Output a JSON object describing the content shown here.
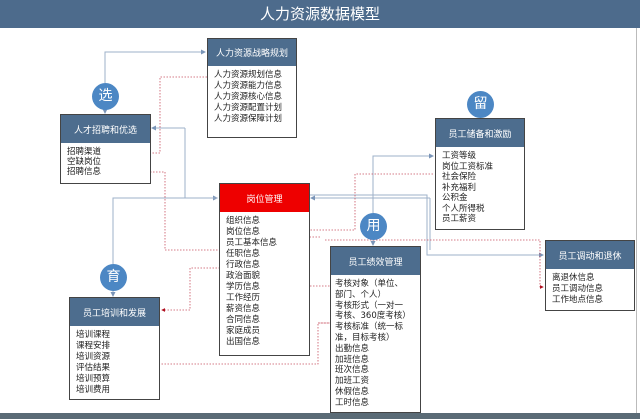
{
  "title": "人力资源数据模型",
  "boxes": {
    "strategy": {
      "title": "人力资源战略规划",
      "items": [
        "人力资源规划信息",
        "人力资源能力信息",
        "人力资源核心信息",
        "人力资源配置计划",
        "人力资源保障计划"
      ]
    },
    "recruit": {
      "title": "人才招聘和优选",
      "items": [
        "招聘渠道",
        "空缺岗位",
        "招聘信息"
      ]
    },
    "position": {
      "title": "岗位管理",
      "items": [
        "组织信息",
        "岗位信息",
        "员工基本信息",
        "任职信息",
        "行政信息",
        "政治面貌",
        "学历信息",
        "工作经历",
        "薪资信息",
        "合同信息",
        "家庭成员",
        "出国信息"
      ]
    },
    "reserve": {
      "title": "员工储备和激励",
      "items": [
        "工资等级",
        "岗位工资标准",
        "社会保险",
        "补充福利",
        "公积金",
        "个人所得税",
        "员工薪资"
      ]
    },
    "training": {
      "title": "员工培训和发展",
      "items": [
        "培训课程",
        "课程安排",
        "培训资源",
        "评估结果",
        "培训预算",
        "培训费用"
      ]
    },
    "performance": {
      "title": "员工绩效管理",
      "items": [
        "考核对象（单位、",
        "部门、个人）",
        "考核形式（一对一",
        "考核、360度考核）",
        "考核标准（统一标",
        "准，目标考核）",
        "出勤信息",
        "加班信息",
        "班次信息",
        "加班工资",
        "休假信息",
        "工时信息"
      ]
    },
    "transfer": {
      "title": "员工调动和退休",
      "items": [
        "离退休信息",
        "员工调动信息",
        "工作地点信息"
      ]
    }
  },
  "circles": {
    "select": "选",
    "retain": "留",
    "use": "用",
    "develop": "育"
  }
}
